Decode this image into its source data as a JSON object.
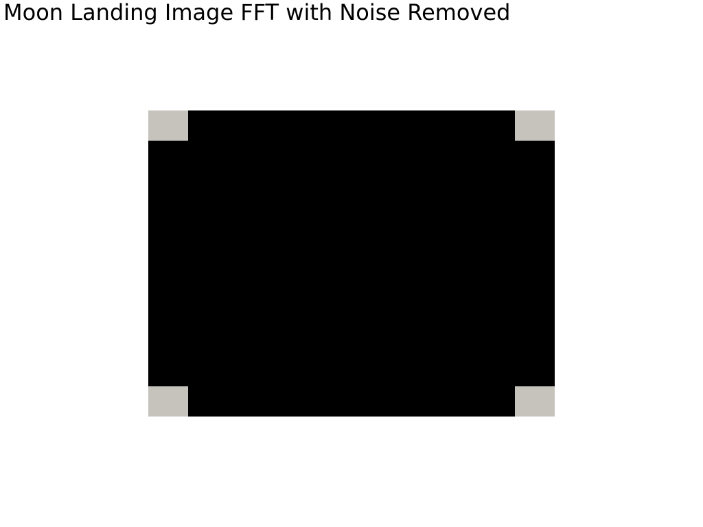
{
  "title": "Moon Landing Image FFT with Noise Removed",
  "image": {
    "background_color": "#000000",
    "corner_color": "#c6c3bd",
    "corners": [
      "top-left",
      "top-right",
      "bottom-left",
      "bottom-right"
    ]
  }
}
